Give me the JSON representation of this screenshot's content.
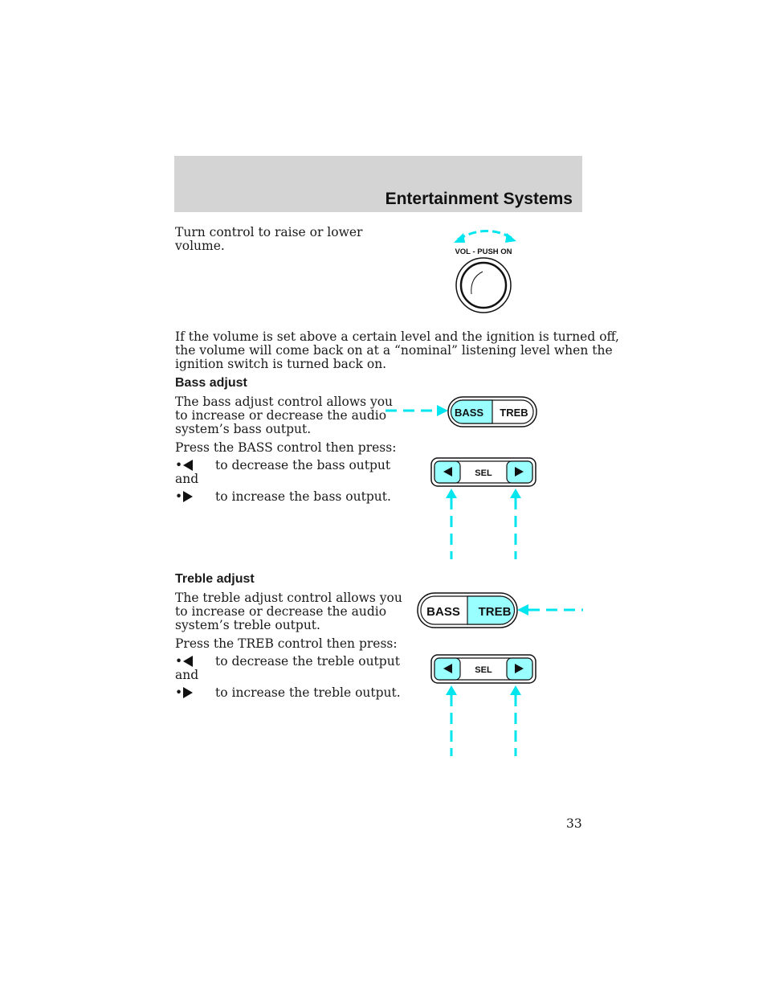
{
  "header": {
    "title": "Entertainment Systems"
  },
  "volume": {
    "text": [
      "Turn control to raise or lower",
      "volume."
    ],
    "knob_label": "VOL - PUSH ON"
  },
  "volume_note": [
    "If the volume is set above a certain level and the ignition is turned off,",
    "the volume will come back on at a “nominal” listening level when the",
    "ignition switch is turned back on."
  ],
  "bass": {
    "heading": "Bass adjust",
    "description": [
      "The bass adjust control allows you",
      "to increase or decrease the audio",
      "system’s bass output."
    ],
    "instruction": "Press the BASS control then press:",
    "bullet_decrease": [
      "to decrease the bass output",
      "and"
    ],
    "bullet_increase": "to increase the bass output."
  },
  "treble": {
    "heading": "Treble adjust",
    "description": [
      "The treble adjust control allows you",
      "to increase or decrease the audio",
      "system’s treble output."
    ],
    "instruction": "Press the TREB control then press:",
    "bullet_decrease": [
      "to decrease the treble output",
      "and"
    ],
    "bullet_increase": "to increase the treble output."
  },
  "controls": {
    "bass_label": "BASS",
    "treb_label": "TREB",
    "sel_label": "SEL",
    "bullet": "•"
  },
  "colors": {
    "highlight": "#99ffff",
    "arrow": "#00e5ee",
    "header_band": "#d4d4d4"
  },
  "page_number": "33"
}
